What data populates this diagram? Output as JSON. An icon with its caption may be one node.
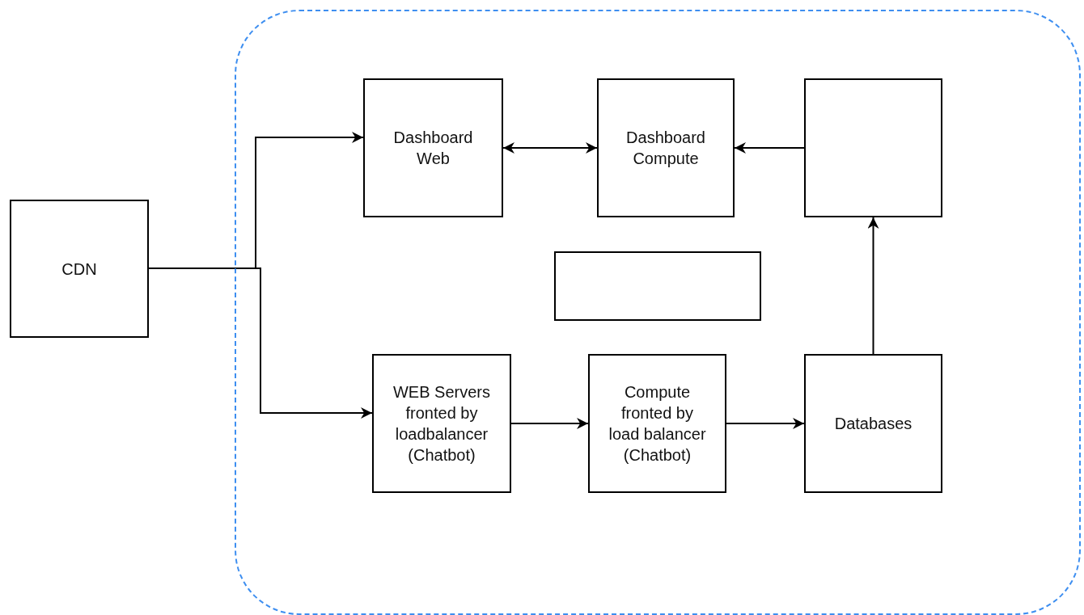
{
  "diagram": {
    "nodes": [
      {
        "text": [],
        "shape": "box"
      },
      {
        "text": [
          "CDN"
        ]
      },
      {
        "text": [
          "Dashboard Web"
        ],
        "in": 0
      },
      {
        "text": [
          "Dashboard Compute"
        ],
        "in": 0
      },
      {
        "text": [],
        "shape": "box",
        "in": 0
      },
      {
        "text": [],
        "shape": "box",
        "in": 0
      },
      {
        "text": [
          "WEB Servers fronted by loadbalancer (Chatbot)"
        ],
        "in": 0
      },
      {
        "text": [
          "Compute fronted by load balancer (Chatbot)"
        ],
        "in": 0
      },
      {
        "text": [
          "Databases"
        ],
        "in": 0
      }
    ],
    "edges": [
      {
        "from": 1,
        "to": 2,
        "arrow": "to"
      },
      {
        "from": 1,
        "to": 6,
        "arrow": "to"
      },
      {
        "from": 2,
        "to": 3,
        "arrow": "both"
      },
      {
        "from": 4,
        "to": 3,
        "arrow": "to"
      },
      {
        "from": 6,
        "to": 7,
        "arrow": "to"
      },
      {
        "from": 7,
        "to": 8,
        "arrow": "to"
      },
      {
        "from": 8,
        "to": 4,
        "arrow": "to"
      }
    ]
  }
}
